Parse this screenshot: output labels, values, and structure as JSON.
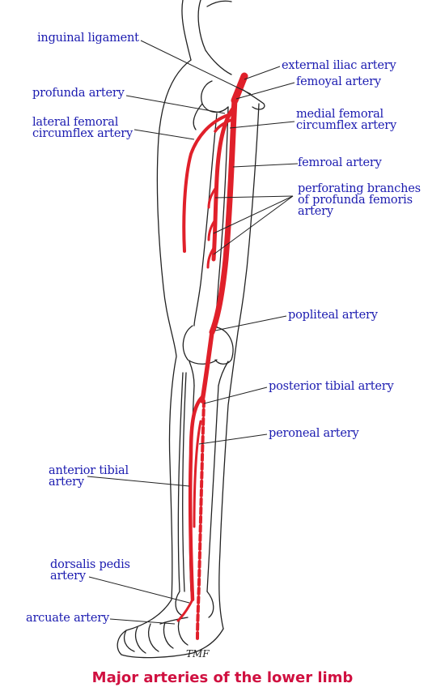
{
  "labels": {
    "inguinal_ligament": "inguinal ligament",
    "external_iliac": "external iliac artery",
    "femoyal": "femoyal artery",
    "profunda": "profunda artery",
    "medial_femoral": "medial femoral\ncircumflex artery",
    "lateral_femoral": "lateral femoral\ncircumflex artery",
    "femroal": "femroal artery",
    "perforating": "perforating branches\nof profunda femoris\nartery",
    "popliteal": "popliteal artery",
    "posterior_tibial": "posterior tibial artery",
    "peroneal": "peroneal artery",
    "anterior_tibial": "anterior tibial\nartery",
    "dorsalis_pedis": "dorsalis pedis\nartery",
    "arcuate": "arcuate artery"
  },
  "caption": "Major arteries of the lower limb",
  "signature": "TMF",
  "colors": {
    "label": "#1b1bb0",
    "artery": "#e0202a",
    "caption": "#d01040",
    "outline": "#222222"
  }
}
